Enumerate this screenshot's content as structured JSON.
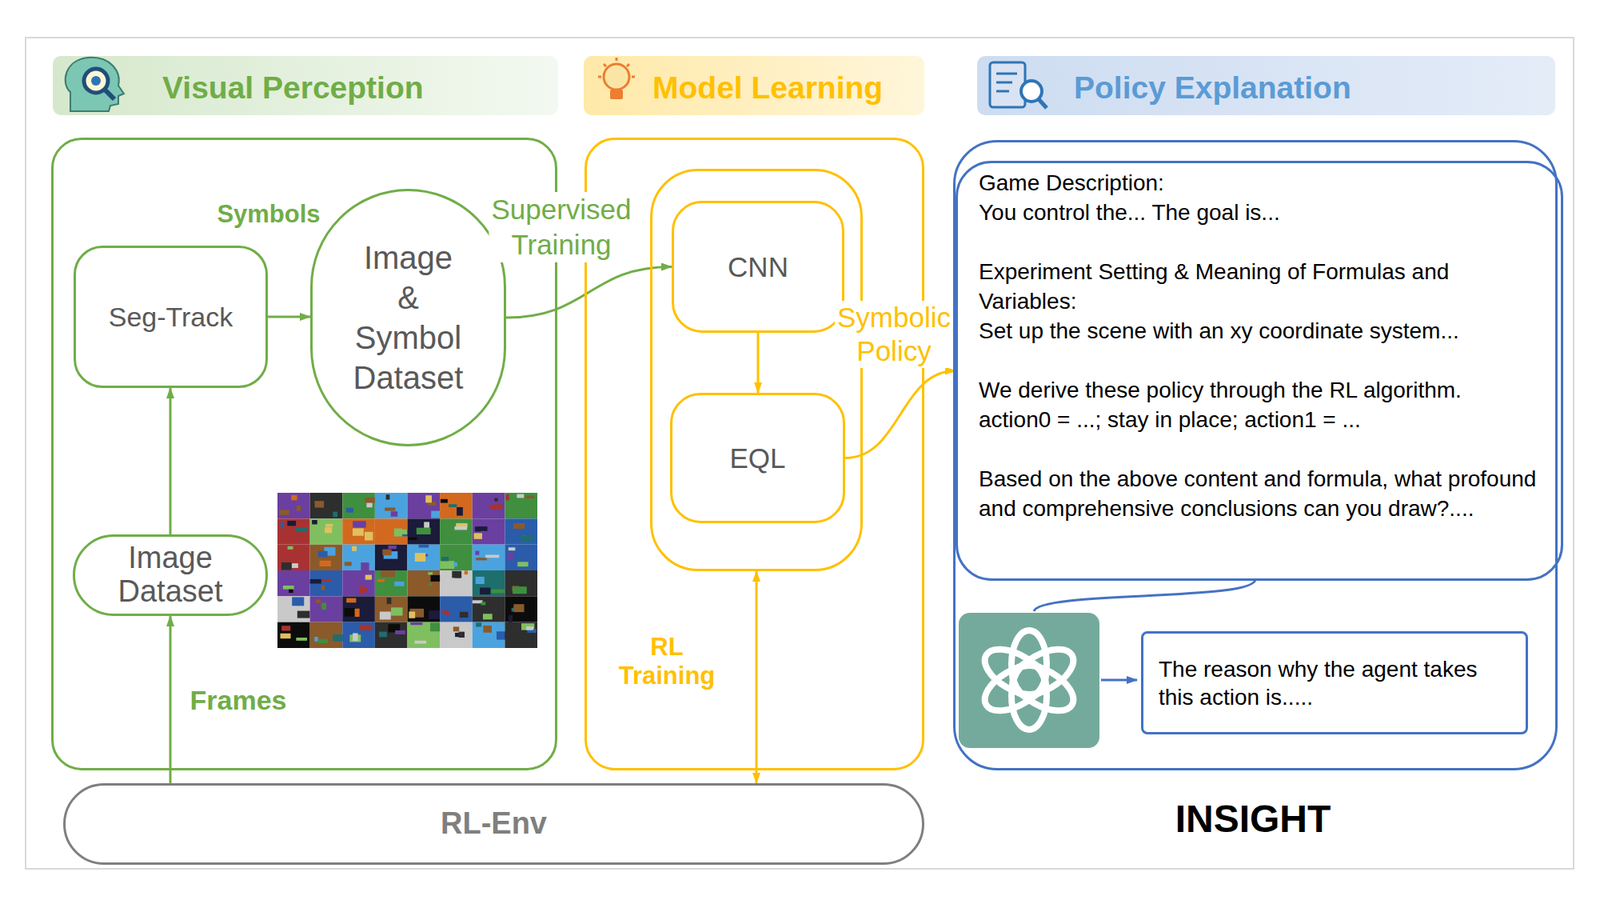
{
  "diagram": {
    "nodes": [
      {
        "text": [
          "Visual Perception"
        ]
      },
      {
        "text": [
          "Seg-Track"
        ],
        "in": 0
      },
      {
        "text": [
          "Image & Symbol Dataset"
        ],
        "in": 0
      },
      {
        "text": [
          "Image Dataset"
        ],
        "in": 0
      },
      {
        "text": [
          "Model Learning"
        ]
      },
      {
        "text": [],
        "in": 4
      },
      {
        "text": [
          "CNN"
        ],
        "in": 5
      },
      {
        "text": [
          "EQL"
        ],
        "in": 5
      },
      {
        "text": [
          "Policy Explanation"
        ]
      },
      {
        "text": [
          "Game Description:",
          "You control the... The goal is...",
          "Experiment Setting & Meaning of Formulas and Variables:",
          "Set up the scene with an xy coordinate system...",
          "We derive these policy through the RL algorithm.",
          "action0 = ...; stay in place; action1 = ...",
          "Based on the above content and formula, what profound and comprehensive conclusions can you draw?...."
        ],
        "in": 8
      },
      {
        "text": [
          "The reason why the agent takes this action is....."
        ],
        "in": 8
      },
      {
        "text": [
          "RL-Env"
        ]
      }
    ],
    "edges": [
      {
        "from": 3,
        "to": 1,
        "arrow": "to"
      },
      {
        "from": 1,
        "to": 2,
        "arrow": "to"
      },
      {
        "from": 11,
        "to": 3,
        "arrow": "to",
        "label": "Frames"
      },
      {
        "from": 2,
        "to": 6,
        "arrow": "to",
        "label": "Supervised Training"
      },
      {
        "from": 6,
        "to": 7,
        "arrow": "to"
      },
      {
        "from": 7,
        "to": 9,
        "arrow": "to",
        "label": "Symbolic Policy"
      },
      {
        "from": 5,
        "to": 11,
        "arrow": "both",
        "label": "RL Training"
      }
    ],
    "labels": [
      "Symbols",
      "INSIGHT"
    ]
  }
}
